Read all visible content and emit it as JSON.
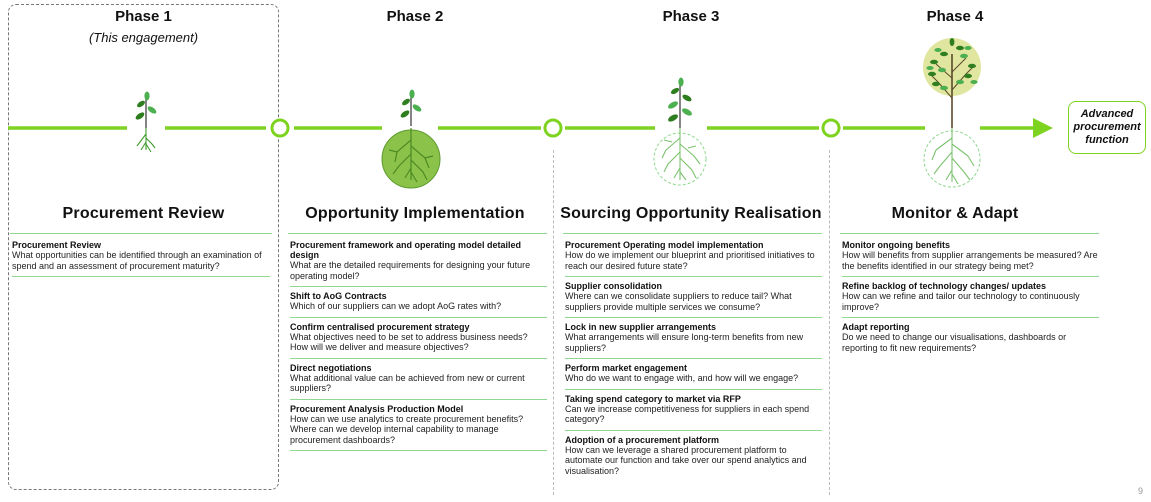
{
  "colors": {
    "accent": "#7ed321",
    "rule": "#8fd88f",
    "plant_dark": "#2e7d1f"
  },
  "phases": [
    {
      "number": "Phase 1",
      "subtitle": "(This engagement)"
    },
    {
      "number": "Phase 2"
    },
    {
      "number": "Phase 3"
    },
    {
      "number": "Phase 4"
    }
  ],
  "end_label": "Advanced procurement function",
  "columns": [
    {
      "title": "Procurement Review",
      "items": [
        {
          "title": "Procurement Review",
          "desc": "What opportunities can be identified through an examination of spend and an assessment of procurement maturity?"
        }
      ]
    },
    {
      "title": "Opportunity Implementation",
      "items": [
        {
          "title": "Procurement framework and operating model detailed design",
          "desc": "What are the detailed requirements for designing your future operating model?"
        },
        {
          "title": "Shift to AoG Contracts",
          "desc": "Which of our suppliers can we adopt AoG rates with?"
        },
        {
          "title": "Confirm centralised procurement strategy",
          "desc": "What objectives need to be set to address business needs? How will we deliver and measure objectives?"
        },
        {
          "title": "Direct negotiations",
          "desc": "What additional value can be achieved from new or current suppliers?"
        },
        {
          "title": "Procurement Analysis Production Model",
          "desc": "How can we use analytics to create procurement benefits? Where can we develop internal capability to manage procurement dashboards?"
        }
      ]
    },
    {
      "title": "Sourcing Opportunity Realisation",
      "items": [
        {
          "title": "Procurement Operating model implementation",
          "desc": "How do we implement our blueprint and prioritised initiatives to reach our desired future state?"
        },
        {
          "title": "Supplier consolidation",
          "desc": "Where can we consolidate suppliers to reduce tail? What suppliers provide multiple services we consume?"
        },
        {
          "title": "Lock in new supplier arrangements",
          "desc": "What arrangements will ensure long-term benefits from new suppliers?"
        },
        {
          "title": "Perform market engagement",
          "desc": "Who do we want to engage with, and how will we engage?"
        },
        {
          "title": "Taking spend category to market via RFP",
          "desc": "Can we increase competitiveness for suppliers in each spend category?"
        },
        {
          "title": "Adoption of a procurement platform",
          "desc": "How can we leverage a shared procurement platform to automate our function and take over our spend analytics and visualisation?"
        }
      ]
    },
    {
      "title": "Monitor & Adapt",
      "items": [
        {
          "title": "Monitor ongoing benefits",
          "desc": "How will benefits from supplier arrangements be measured? Are the benefits identified in our strategy being met?"
        },
        {
          "title": "Refine backlog of technology changes/ updates",
          "desc": "How can we refine and tailor our technology to continuously improve?"
        },
        {
          "title": "Adapt reporting",
          "desc": "Do we need to change our visualisations, dashboards or reporting to fit new requirements?"
        }
      ]
    }
  ],
  "page_number": "9"
}
